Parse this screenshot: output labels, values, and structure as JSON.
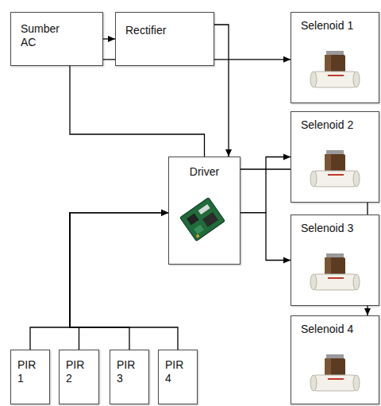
{
  "diagram": {
    "nodes": [
      {
        "text": [
          "Sumber AC"
        ]
      },
      {
        "text": [
          "Rectifier"
        ]
      },
      {
        "text": [
          "Selenoid 1"
        ]
      },
      {
        "text": [
          "Selenoid 2"
        ]
      },
      {
        "text": [
          "Driver"
        ]
      },
      {
        "text": [
          "Selenoid 3"
        ]
      },
      {
        "text": [
          "Selenoid 4"
        ]
      },
      {
        "text": [
          "PIR 1"
        ]
      },
      {
        "text": [
          "PIR 2"
        ]
      },
      {
        "text": [
          "PIR 3"
        ]
      },
      {
        "text": [
          "PIR 4"
        ]
      }
    ],
    "edges": [
      {
        "from": 0,
        "to": 1,
        "arrow": "to"
      },
      {
        "from": 1,
        "to": 4,
        "arrow": "to"
      },
      {
        "from": 4,
        "to": 2,
        "arrow": "to"
      },
      {
        "from": 4,
        "to": 3,
        "arrow": "to"
      },
      {
        "from": 4,
        "to": 5,
        "arrow": "to"
      },
      {
        "from": 4,
        "to": 6,
        "arrow": "to"
      },
      {
        "from": 7,
        "to": 4,
        "arrow": "to"
      },
      {
        "from": 8,
        "to": 4,
        "arrow": "to"
      },
      {
        "from": 9,
        "to": 4,
        "arrow": "to"
      },
      {
        "from": 10,
        "to": 4,
        "arrow": "to"
      }
    ]
  }
}
